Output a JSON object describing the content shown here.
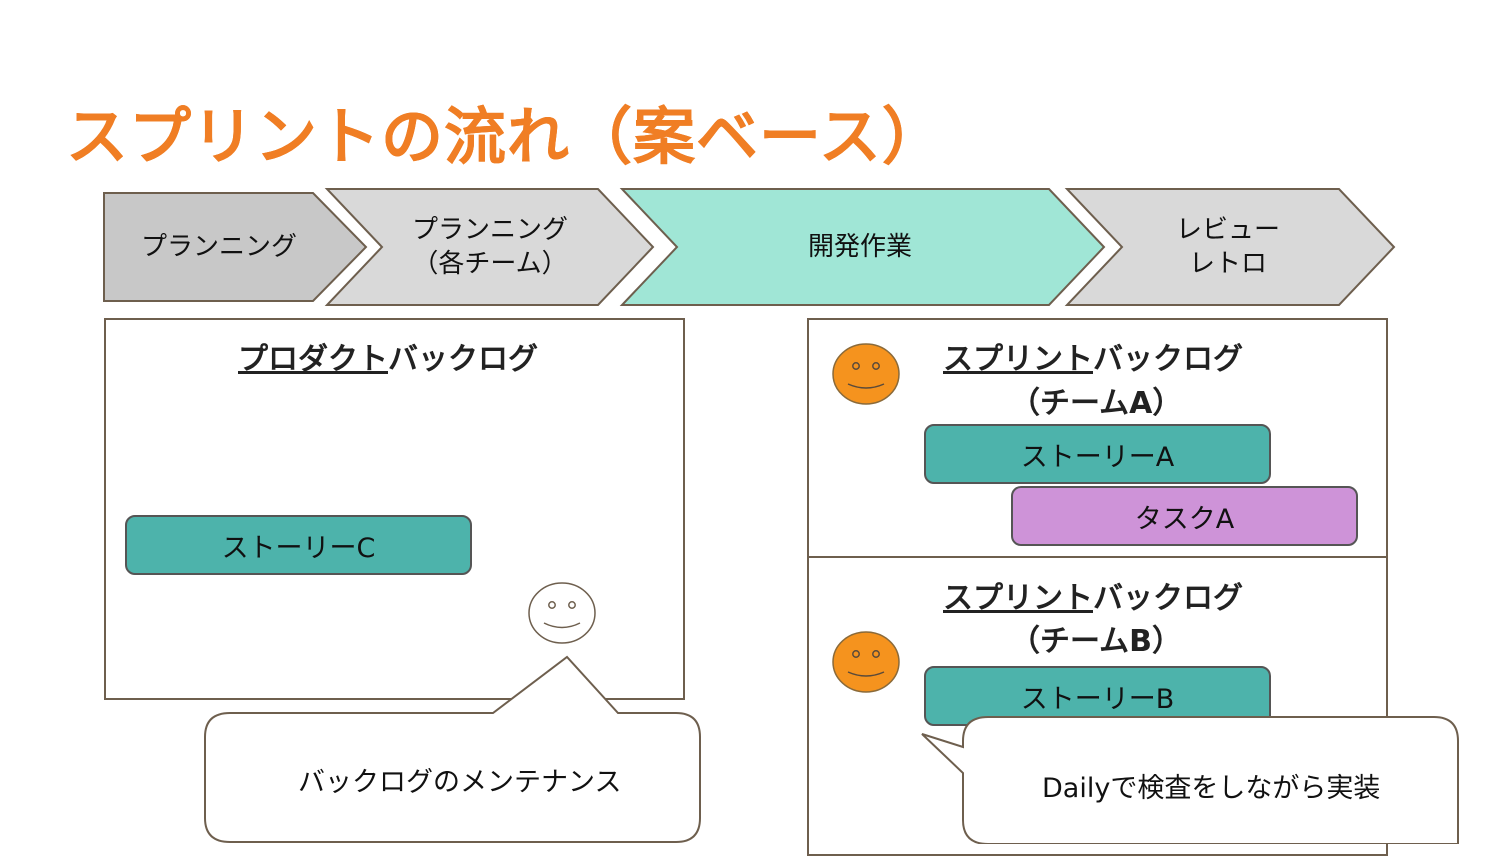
{
  "title": "スプリントの流れ（案ベース）",
  "phases": [
    {
      "label": "プランニング"
    },
    {
      "label": "プランニング\n（各チーム）"
    },
    {
      "label": "開発作業"
    },
    {
      "label": "レビュー\nレトロ"
    }
  ],
  "product_backlog": {
    "title_underlined": "プロダクト",
    "title_rest": "バックログ",
    "stories": [
      "ストーリーC"
    ]
  },
  "sprint_backlog_a": {
    "title_underlined": "スプリント",
    "title_rest": "バックログ",
    "team": "（チームA）",
    "story": "ストーリーA",
    "task": "タスクA"
  },
  "sprint_backlog_b": {
    "title_underlined": "スプリント",
    "title_rest": "バックログ",
    "team": "（チームB）",
    "story": "ストーリーB"
  },
  "callouts": {
    "po": "バックログのメンテナンス",
    "team": "Dailyで検査をしながら実装"
  },
  "colors": {
    "title": "#f07e24",
    "phase_default": "#d9d9d9",
    "phase_first": "#c8c8c8",
    "phase_active": "#a0e6d6",
    "story": "#4db3ab",
    "task": "#ce93d8",
    "face_team": "#f5931e",
    "border": "#6e5f4e"
  }
}
